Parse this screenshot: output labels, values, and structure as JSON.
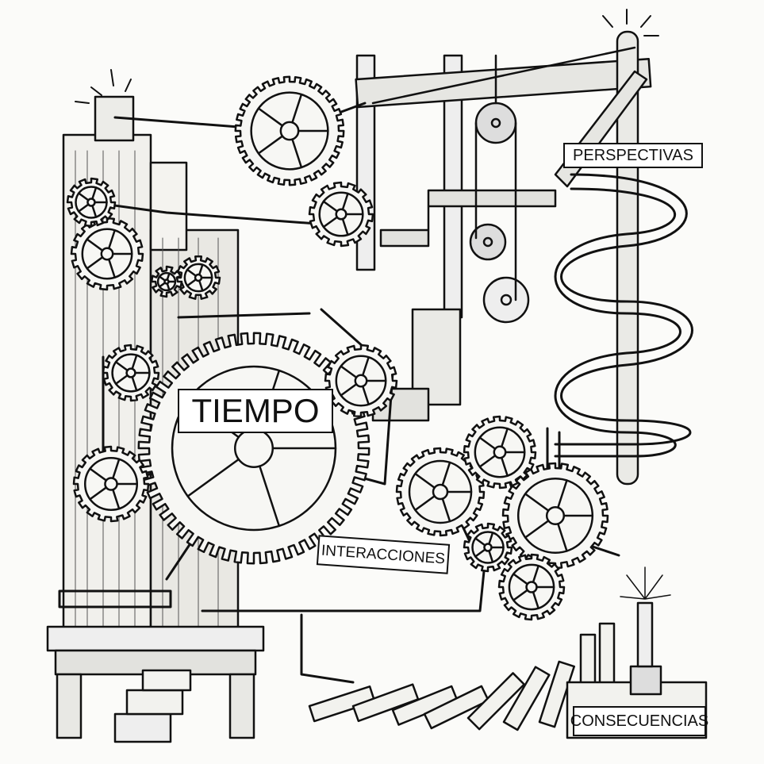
{
  "labels": {
    "perspectives": "PERSPECTIVAS",
    "time": "TIEMPO",
    "interactions": "INTERACCIONES",
    "consequences": "CONSECUENCIAS"
  },
  "colors": {
    "ink": "#111111",
    "paper": "#fbfbf9",
    "wood_shade": "#d9d9d4"
  }
}
